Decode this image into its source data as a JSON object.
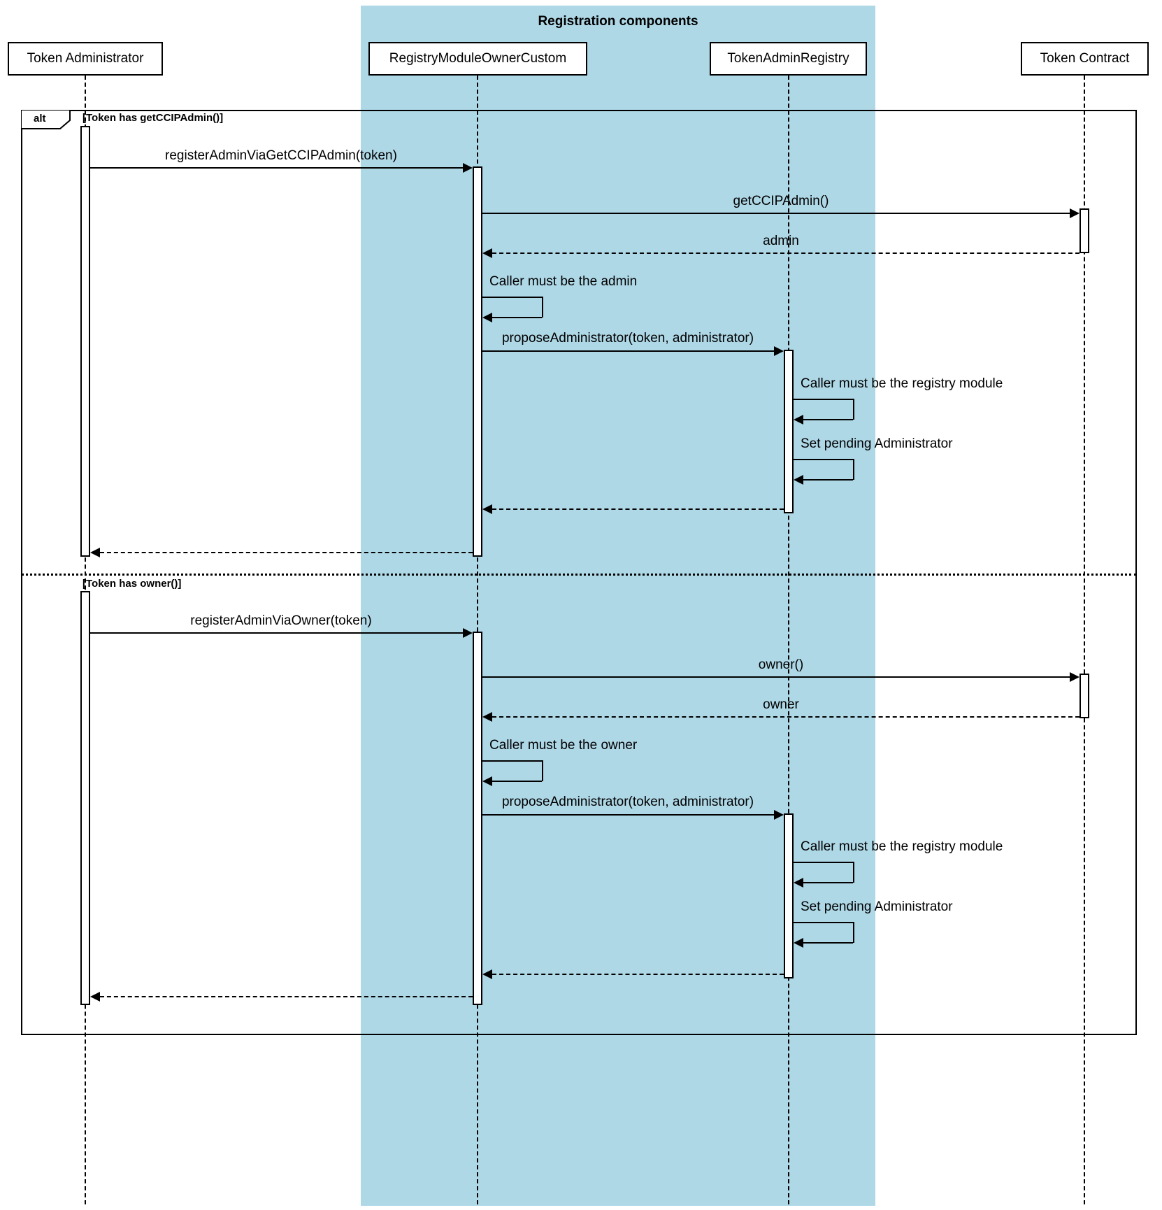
{
  "title": "Registration components",
  "frame": {
    "operator": "alt"
  },
  "colors": {
    "container_fill": "#AFD8E7",
    "background": "#FFFFFF",
    "line": "#000000",
    "activation_fill": "#FFFFFF"
  },
  "participants": [
    {
      "label": "Token Administrator"
    },
    {
      "label": "RegistryModuleOwnerCustom"
    },
    {
      "label": "TokenAdminRegistry"
    },
    {
      "label": "Token Contract"
    }
  ],
  "sections": [
    {
      "guard": "[Token has getCCIPAdmin()]",
      "messages": [
        {
          "label": "registerAdminViaGetCCIPAdmin(token)",
          "from": "Token Administrator",
          "to": "RegistryModuleOwnerCustom",
          "type": "sync"
        },
        {
          "label": "getCCIPAdmin()",
          "from": "RegistryModuleOwnerCustom",
          "to": "Token Contract",
          "type": "sync"
        },
        {
          "label": "admin",
          "from": "Token Contract",
          "to": "RegistryModuleOwnerCustom",
          "type": "return"
        },
        {
          "label": "Caller must be the admin",
          "on": "RegistryModuleOwnerCustom",
          "type": "self"
        },
        {
          "label": "proposeAdministrator(token, administrator)",
          "from": "RegistryModuleOwnerCustom",
          "to": "TokenAdminRegistry",
          "type": "sync"
        },
        {
          "label": "Caller must be the registry module",
          "on": "TokenAdminRegistry",
          "type": "self"
        },
        {
          "label": "Set pending Administrator",
          "on": "TokenAdminRegistry",
          "type": "self"
        },
        {
          "label": "",
          "from": "TokenAdminRegistry",
          "to": "RegistryModuleOwnerCustom",
          "type": "return"
        },
        {
          "label": "",
          "from": "RegistryModuleOwnerCustom",
          "to": "Token Administrator",
          "type": "return"
        }
      ]
    },
    {
      "guard": "[Token has owner()]",
      "messages": [
        {
          "label": "registerAdminViaOwner(token)",
          "from": "Token Administrator",
          "to": "RegistryModuleOwnerCustom",
          "type": "sync"
        },
        {
          "label": "owner()",
          "from": "RegistryModuleOwnerCustom",
          "to": "Token Contract",
          "type": "sync"
        },
        {
          "label": "owner",
          "from": "Token Contract",
          "to": "RegistryModuleOwnerCustom",
          "type": "return"
        },
        {
          "label": "Caller must be the owner",
          "on": "RegistryModuleOwnerCustom",
          "type": "self"
        },
        {
          "label": "proposeAdministrator(token, administrator)",
          "from": "RegistryModuleOwnerCustom",
          "to": "TokenAdminRegistry",
          "type": "sync"
        },
        {
          "label": "Caller must be the registry module",
          "on": "TokenAdminRegistry",
          "type": "self"
        },
        {
          "label": "Set pending Administrator",
          "on": "TokenAdminRegistry",
          "type": "self"
        },
        {
          "label": "",
          "from": "TokenAdminRegistry",
          "to": "RegistryModuleOwnerCustom",
          "type": "return"
        },
        {
          "label": "",
          "from": "RegistryModuleOwnerCustom",
          "to": "Token Administrator",
          "type": "return"
        }
      ]
    }
  ]
}
